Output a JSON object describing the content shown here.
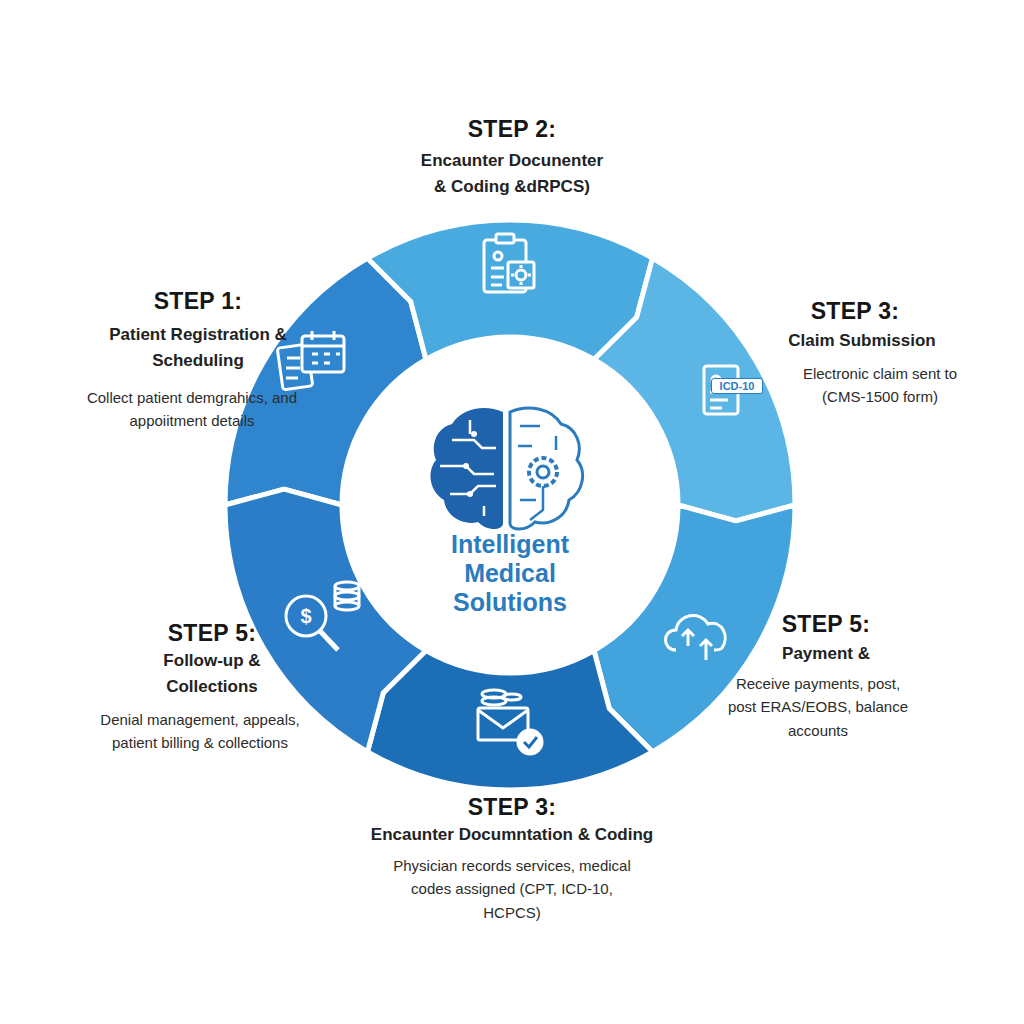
{
  "diagram": {
    "nodes": [
      {
        "text": [
          "STEP 1:",
          "Patient Registration & Scheduling",
          "Collect patient demgrahics, and appoiitment details"
        ]
      },
      {
        "text": [
          "STEP 2:",
          "Encaunter Docunenter & Coding &dRPCS)"
        ]
      },
      {
        "text": [
          "STEP 3:",
          "Claim Submission",
          "Electronic claim sent to (CMS-1500 form)"
        ]
      },
      {
        "text": [
          "STEP 5:",
          "Payment &",
          "Receive payments, post, post ERAS/EOBS, balance accounts"
        ]
      },
      {
        "text": [
          "STEP 3:",
          "Encaunter Documntation & Coding",
          "Physician records services, medical codes assigned (CPT, ICD-10, HCPCS)"
        ]
      },
      {
        "text": [
          "STEP 5:",
          "Follow-up & Collections",
          "Denial management, appeals, patient billing & collections"
        ]
      },
      {
        "text": [
          "Intelligent Medical Solutions"
        ]
      }
    ],
    "labels": [
      "ICD-10",
      "$"
    ]
  }
}
